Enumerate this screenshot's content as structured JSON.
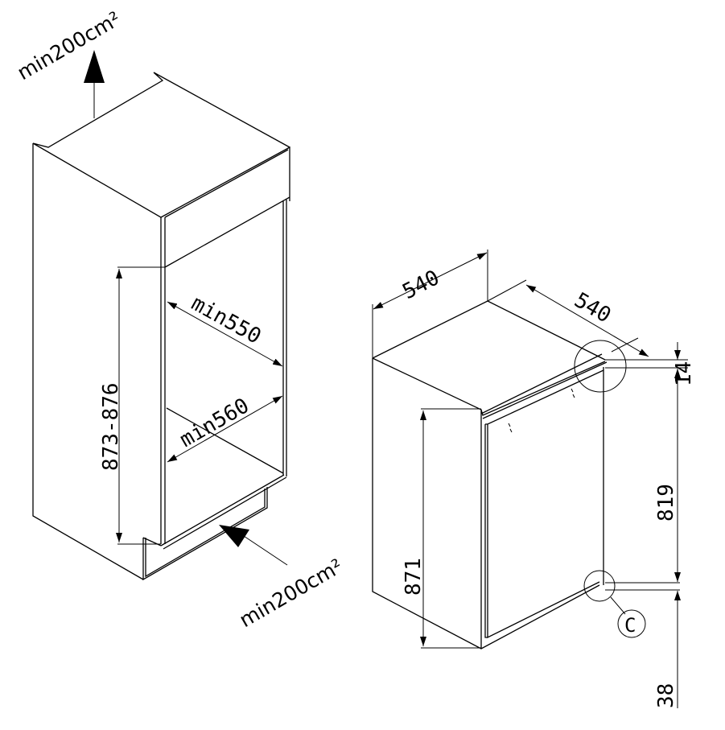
{
  "left_drawing": {
    "top_vent_label": "min200cm²",
    "bottom_vent_label": "min200cm²",
    "height_dim": "873-876",
    "depth_dim": "min550",
    "width_dim": "min560"
  },
  "right_drawing": {
    "width_dim": "540",
    "depth_dim": "540",
    "top_gap_dim": "14",
    "hinge_span_dim": "819",
    "bottom_gap_dim": "38",
    "height_dim": "871",
    "detail_label": "C"
  }
}
